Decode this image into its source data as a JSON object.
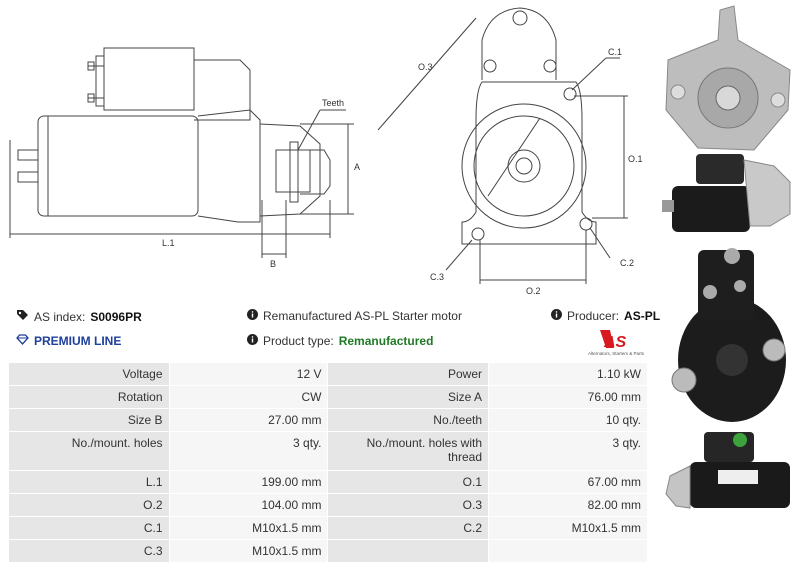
{
  "drawing_labels": {
    "teeth": "Teeth",
    "a": "A",
    "b": "B",
    "l1": "L.1",
    "o3": "O.3",
    "o1": "O.1",
    "o2": "O.2",
    "c1": "C.1",
    "c2": "C.2",
    "c3": "C.3"
  },
  "info": {
    "as_index_label": "AS index:",
    "as_index_value": "S0096PR",
    "description": "Remanufactured AS-PL Starter motor",
    "producer_label": "Producer:",
    "producer_value": "AS-PL",
    "premium": "PREMIUM LINE",
    "product_type_label": "Product type:",
    "product_type_value": "Remanufactured"
  },
  "logo": {
    "mark": "AS",
    "tagline": "Alternators, Starters & Parts"
  },
  "specs": [
    [
      "Voltage",
      "12 V",
      "Power",
      "1.10 kW"
    ],
    [
      "Rotation",
      "CW",
      "Size A",
      "76.00 mm"
    ],
    [
      "Size B",
      "27.00 mm",
      "No./teeth",
      "10 qty."
    ],
    [
      "No./mount. holes",
      "3 qty.",
      "No./mount. holes with thread",
      "3 qty."
    ],
    [
      "L.1",
      "199.00 mm",
      "O.1",
      "67.00 mm"
    ],
    [
      "O.2",
      "104.00 mm",
      "O.3",
      "82.00 mm"
    ],
    [
      "C.1",
      "M10x1.5 mm",
      "C.2",
      "M10x1.5 mm"
    ],
    [
      "C.3",
      "M10x1.5 mm",
      "",
      ""
    ]
  ],
  "colors": {
    "accent_blue": "#1e3f9a",
    "accent_green": "#1f7a24",
    "logo_red": "#d71920"
  }
}
